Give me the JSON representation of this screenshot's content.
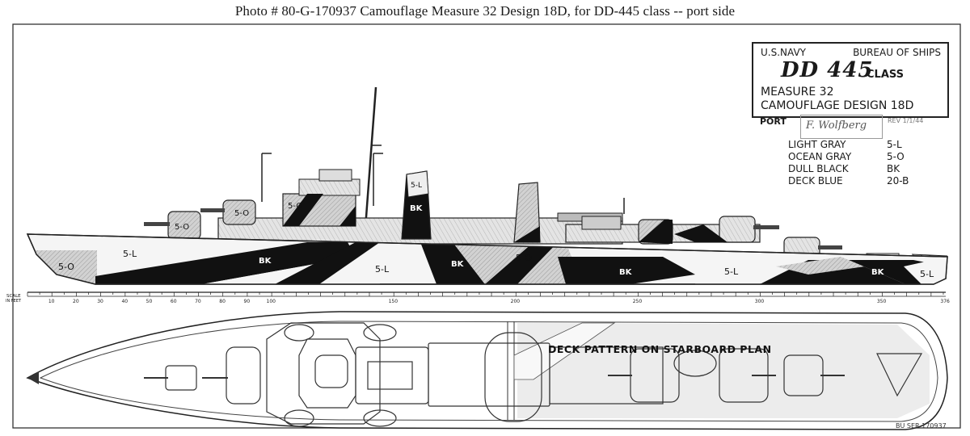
{
  "caption": "Photo #  80-G-170937     Camouflage Measure 32 Design 18D, for DD-445 class -- port side",
  "title_block": {
    "line1_left": "U.S.NAVY",
    "line1_right": "BUREAU OF SHIPS",
    "ship_class_number": "DD 445",
    "ship_class_word": "CLASS",
    "measure": "MEASURE 32",
    "design": "CAMOUFLAGE DESIGN 18D"
  },
  "view_label": "PORT",
  "signature": "F. Wolfberg",
  "approval_note": "REV 1/1/44",
  "legend": [
    {
      "name": "LIGHT GRAY",
      "code": "5-L",
      "color": "#f2f2f2"
    },
    {
      "name": "OCEAN GRAY",
      "code": "5-O",
      "color": "#c2c2c2"
    },
    {
      "name": "DULL BLACK",
      "code": "BK",
      "color": "#111111"
    },
    {
      "name": "DECK BLUE",
      "code": "20-B",
      "color": "#7a7a7a"
    }
  ],
  "hull_labels": {
    "bow_50": "5-O",
    "bow_5l": "5-L",
    "bk_1": "BK",
    "mid_5l": "5-L",
    "bk_2": "BK",
    "mid_50": "5-O",
    "bk_3": "BK",
    "aft_5l": "5-L",
    "bk_4": "BK",
    "stern_5l": "5-L",
    "gun1_50": "5-O",
    "gun2_50": "5-O",
    "bridge_50": "5-O",
    "stack_bk": "BK",
    "stack_5l": "5-L"
  },
  "scale": {
    "label_top": "SCALE",
    "label_bottom": "IN FEET",
    "ticks": [
      {
        "ft": 10,
        "label": "10"
      },
      {
        "ft": 20,
        "label": "20"
      },
      {
        "ft": 30,
        "label": "30"
      },
      {
        "ft": 40,
        "label": "40"
      },
      {
        "ft": 50,
        "label": "50"
      },
      {
        "ft": 60,
        "label": "60"
      },
      {
        "ft": 70,
        "label": "70"
      },
      {
        "ft": 80,
        "label": "80"
      },
      {
        "ft": 90,
        "label": "90"
      },
      {
        "ft": 100,
        "label": "100"
      },
      {
        "ft": 150,
        "label": "150"
      },
      {
        "ft": 200,
        "label": "200"
      },
      {
        "ft": 250,
        "label": "250"
      },
      {
        "ft": 300,
        "label": "300"
      },
      {
        "ft": 350,
        "label": "350"
      },
      {
        "ft": 376,
        "label": "376"
      }
    ]
  },
  "deck_pattern_label": "DECK PATTERN ON STARBOARD PLAN",
  "negative_number": "BU SER 170937"
}
